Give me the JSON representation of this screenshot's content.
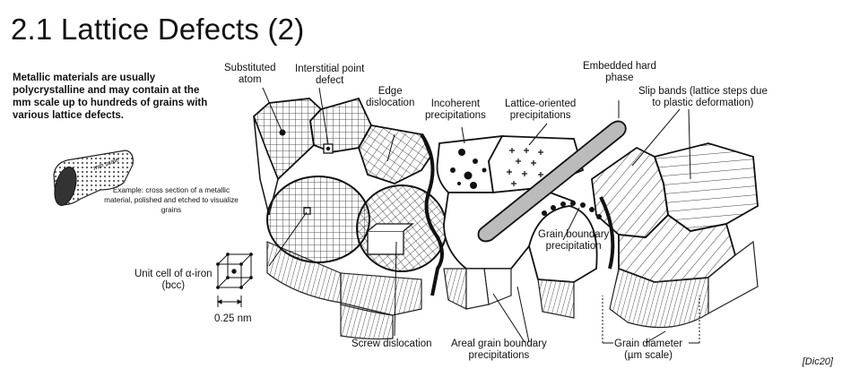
{
  "title": "2.1 Lattice Defects (2)",
  "intro": "Metallic materials are usually polycrystalline and may contain at the mm scale up to hundreds of grains with various lattice defects.",
  "example_caption": "Example: cross section of a metallic material, polished and etched to visualize grains",
  "sample_label": "mm scale",
  "labels": {
    "substituted_atom": "Substituted\natom",
    "interstitial": "Interstitial point\ndefect",
    "edge_dislocation": "Edge\ndislocation",
    "incoherent": "Incoherent\nprecipitations",
    "lattice_oriented": "Lattice-oriented\nprecipitations",
    "embedded_hard": "Embedded hard\nphase",
    "slip_bands": "Slip bands (lattice steps due\nto plastic deformation)",
    "unit_cell": "Unit cell of α-iron\n(bcc)",
    "scale_bar": "0.25 nm",
    "grain_boundary_precip": "Grain boundary\nprecipitation",
    "screw_dislocation": "Screw dislocation",
    "areal_gb": "Areal grain boundary\nprecipitations",
    "grain_diameter": "Grain diameter\n(µm scale)"
  },
  "reference": "[Dic20]"
}
